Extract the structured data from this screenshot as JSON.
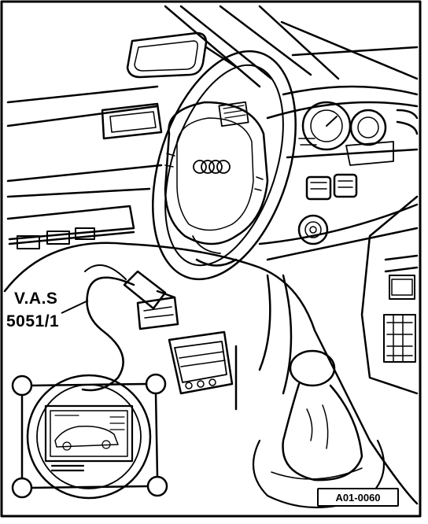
{
  "figure": {
    "tester_label_line1": "V.A.S",
    "tester_label_line2": "5051/1",
    "reference_code": "A01-0060"
  },
  "icons": [
    "steering-wheel-icon",
    "audi-rings-icon",
    "diagnostic-connector-icon",
    "diagnostic-tester-icon",
    "gear-shift-icon"
  ],
  "colors": {
    "ink": "#000000",
    "paper": "#ffffff"
  }
}
